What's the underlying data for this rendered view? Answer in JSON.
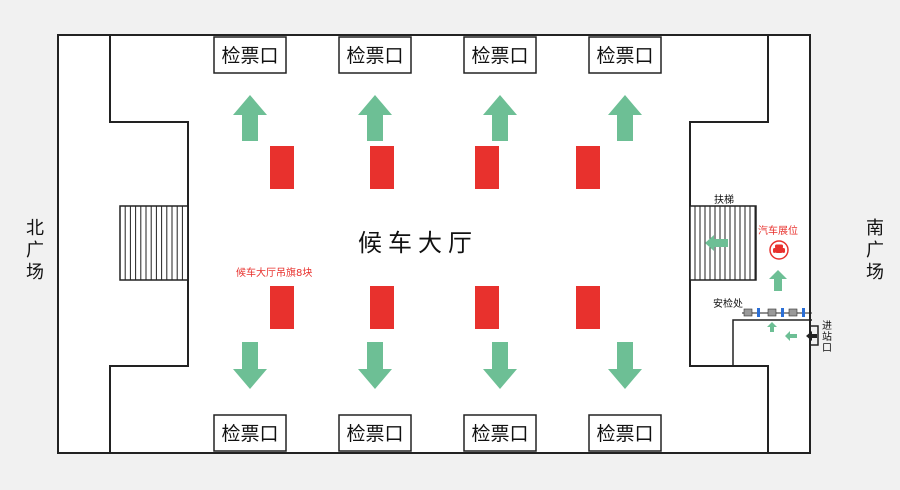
{
  "hall": {
    "label": "候车大厅"
  },
  "gates": {
    "label": "检票口",
    "top_count": 4,
    "bottom_count": 4
  },
  "banners": {
    "label": "候车大厅吊旗8块",
    "count": 8,
    "color": "#e8312d"
  },
  "plazas": {
    "north": [
      "北",
      "广",
      "场"
    ],
    "south": [
      "南",
      "广",
      "场"
    ]
  },
  "right_zone": {
    "escalator": "扶梯",
    "car_exhibit": "汽车展位",
    "security": "安检处",
    "entrance": [
      "进",
      "站",
      "口"
    ]
  },
  "colors": {
    "arrow": "#6dbf95",
    "banner": "#e8312d",
    "wall": "#222222",
    "floor": "#ffffff",
    "background": "#f1f1f1"
  }
}
